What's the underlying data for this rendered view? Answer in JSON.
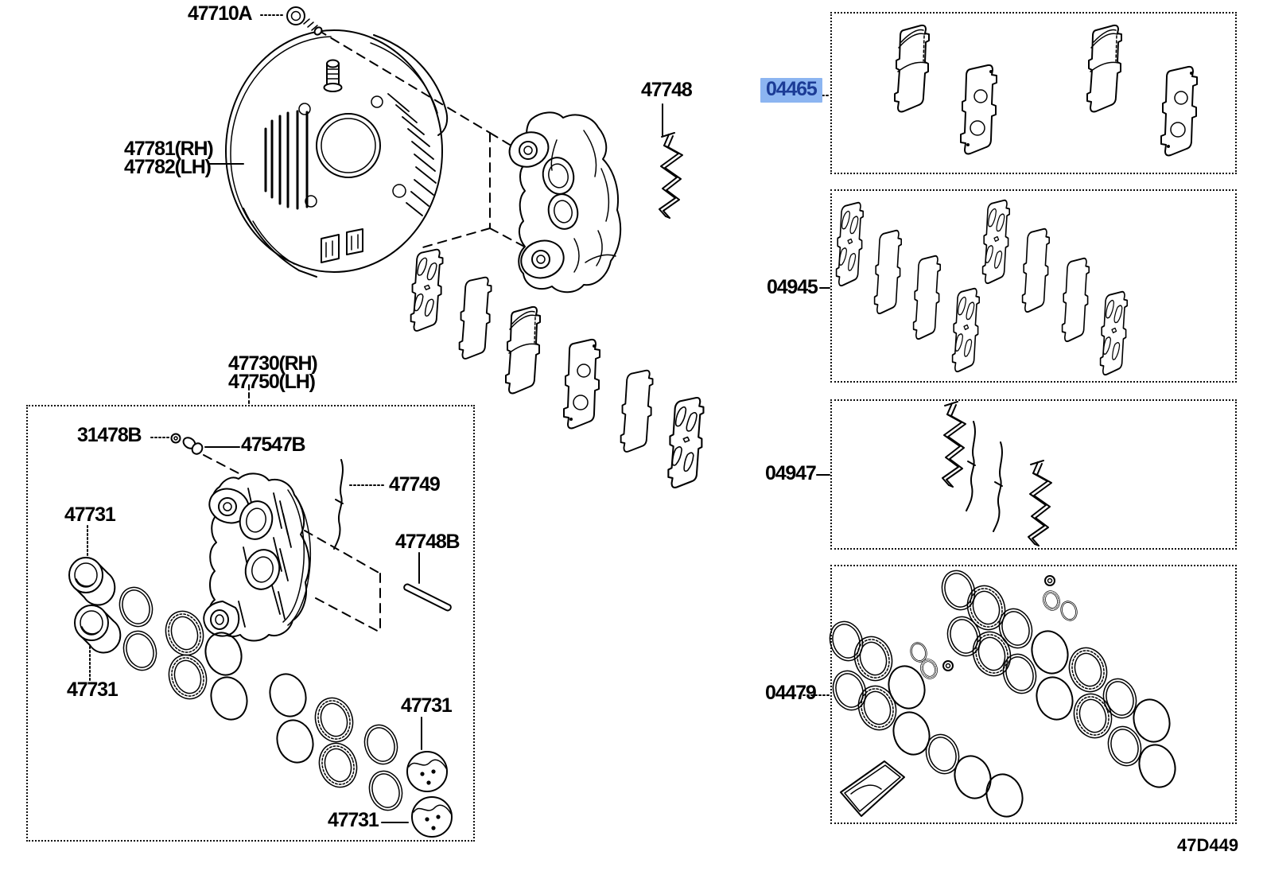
{
  "colors": {
    "highlight_bg": "#8CB5F1",
    "highlight_text": "#1C3C96",
    "line": "#000000"
  },
  "parts": {
    "bolt": "47710A",
    "dust_shield_rh": "47781(RH)",
    "dust_shield_lh": "47782(LH)",
    "pad_support_clip": "47748",
    "caliper_rh": "47730(RH)",
    "caliper_lh": "47750(LH)",
    "bleeder_plug": "31478B",
    "bleeder_cap": "47547B",
    "pad_wire_clip": "47749",
    "pad_pin": "47748B",
    "piston": "47731",
    "pad_kit": "04465",
    "shim_kit": "04945",
    "fitting_kit": "04947",
    "seal_kit": "04479"
  },
  "footer": {
    "diagram_code": "47D449"
  }
}
